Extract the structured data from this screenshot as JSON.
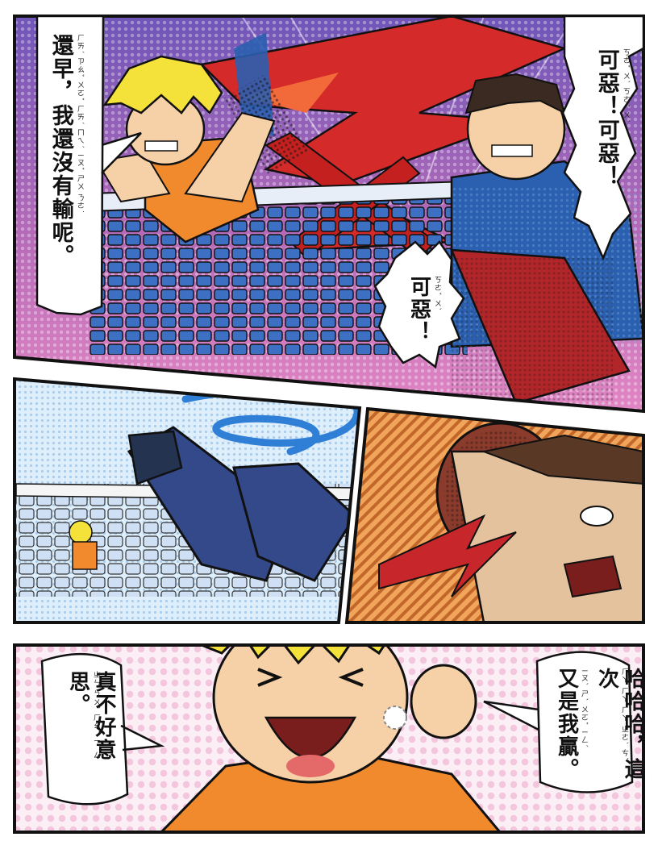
{
  "panels": {
    "one": {
      "bubble_left": {
        "text": "還早，我還沒有輸呢。",
        "zhuyin": "ㄏㄞˊ ㄗㄠˇ ㄨㄛˇ ㄏㄞˊ ㄇㄟˊ ㄧㄡˇ ㄕㄨ ㄋㄜ˙"
      },
      "bubble_right": {
        "text": "可惡！可惡！",
        "zhuyin": "ㄎㄜˇ ㄨˋ ㄎㄜˇ ㄨˋ"
      },
      "bubble_mid": {
        "text": "可惡！",
        "zhuyin": "ㄎㄜˇ ㄨˋ"
      }
    },
    "three": {
      "bubble_left": {
        "text": "真不好意思。",
        "zhuyin": "ㄓㄣ ㄅㄨˋ ㄏㄠˇ ㄧˋ ㄙ"
      },
      "bubble_right": {
        "line1": "哈哈哈，這次",
        "line2": "又是我贏。",
        "zhuyin1": "ㄏㄚ ㄏㄚ ㄏㄚ ㄓㄜˋ ㄘˋ",
        "zhuyin2": "ㄧㄡˋ ㄕˋ ㄨㄛˇ ㄧㄥˊ"
      }
    }
  },
  "colors": {
    "sky_top": "#6a54b8",
    "sky_mid": "#b46ab8",
    "hair": "#f4e23a",
    "shirt_orange": "#f08a2c",
    "shirt_blue": "#2b5fb0",
    "net_blue": "#3d6fc2",
    "red_slash": "#d42a2a",
    "dot_pink": "#f3c6dd"
  }
}
